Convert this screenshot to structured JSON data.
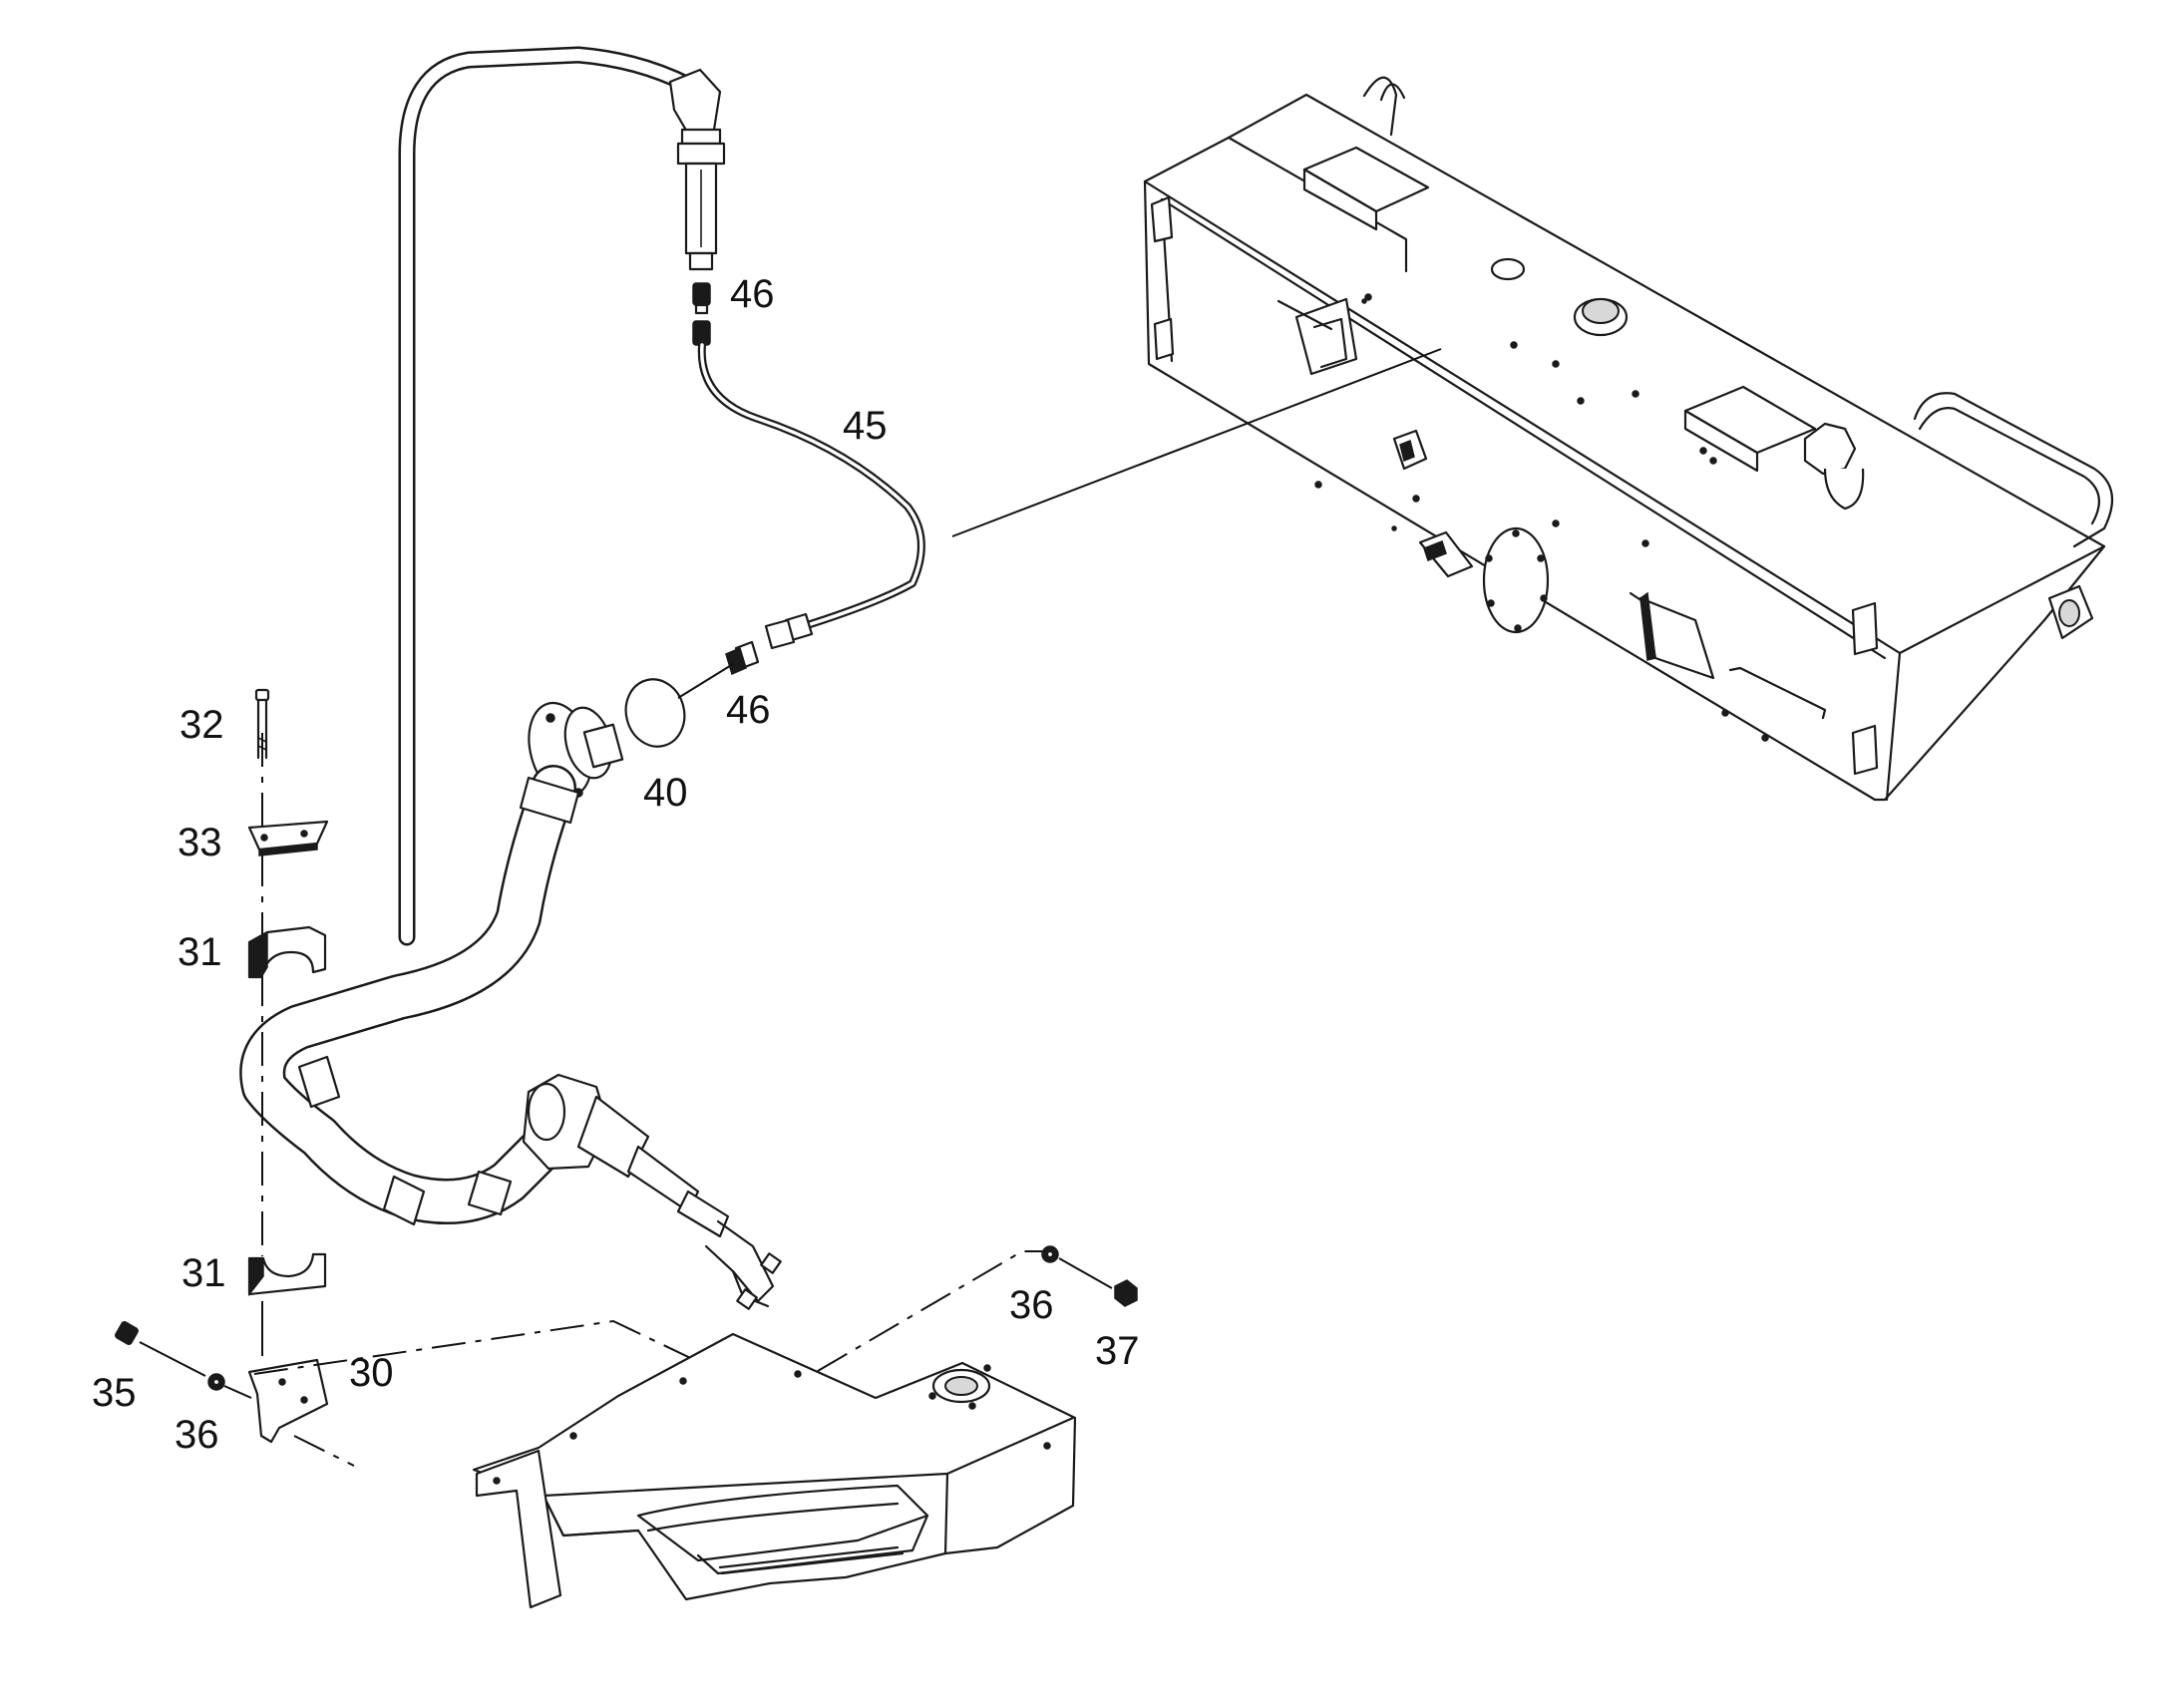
{
  "callouts": [
    {
      "id": "c46a",
      "text": "46"
    },
    {
      "id": "c45",
      "text": "45"
    },
    {
      "id": "c46b",
      "text": "46"
    },
    {
      "id": "c40",
      "text": "40"
    },
    {
      "id": "c32",
      "text": "32"
    },
    {
      "id": "c33",
      "text": "33"
    },
    {
      "id": "c31a",
      "text": "31"
    },
    {
      "id": "c31b",
      "text": "31"
    },
    {
      "id": "c30",
      "text": "30"
    },
    {
      "id": "c35",
      "text": "35"
    },
    {
      "id": "c36a",
      "text": "36"
    },
    {
      "id": "c36b",
      "text": "36"
    },
    {
      "id": "c37",
      "text": "37"
    }
  ]
}
